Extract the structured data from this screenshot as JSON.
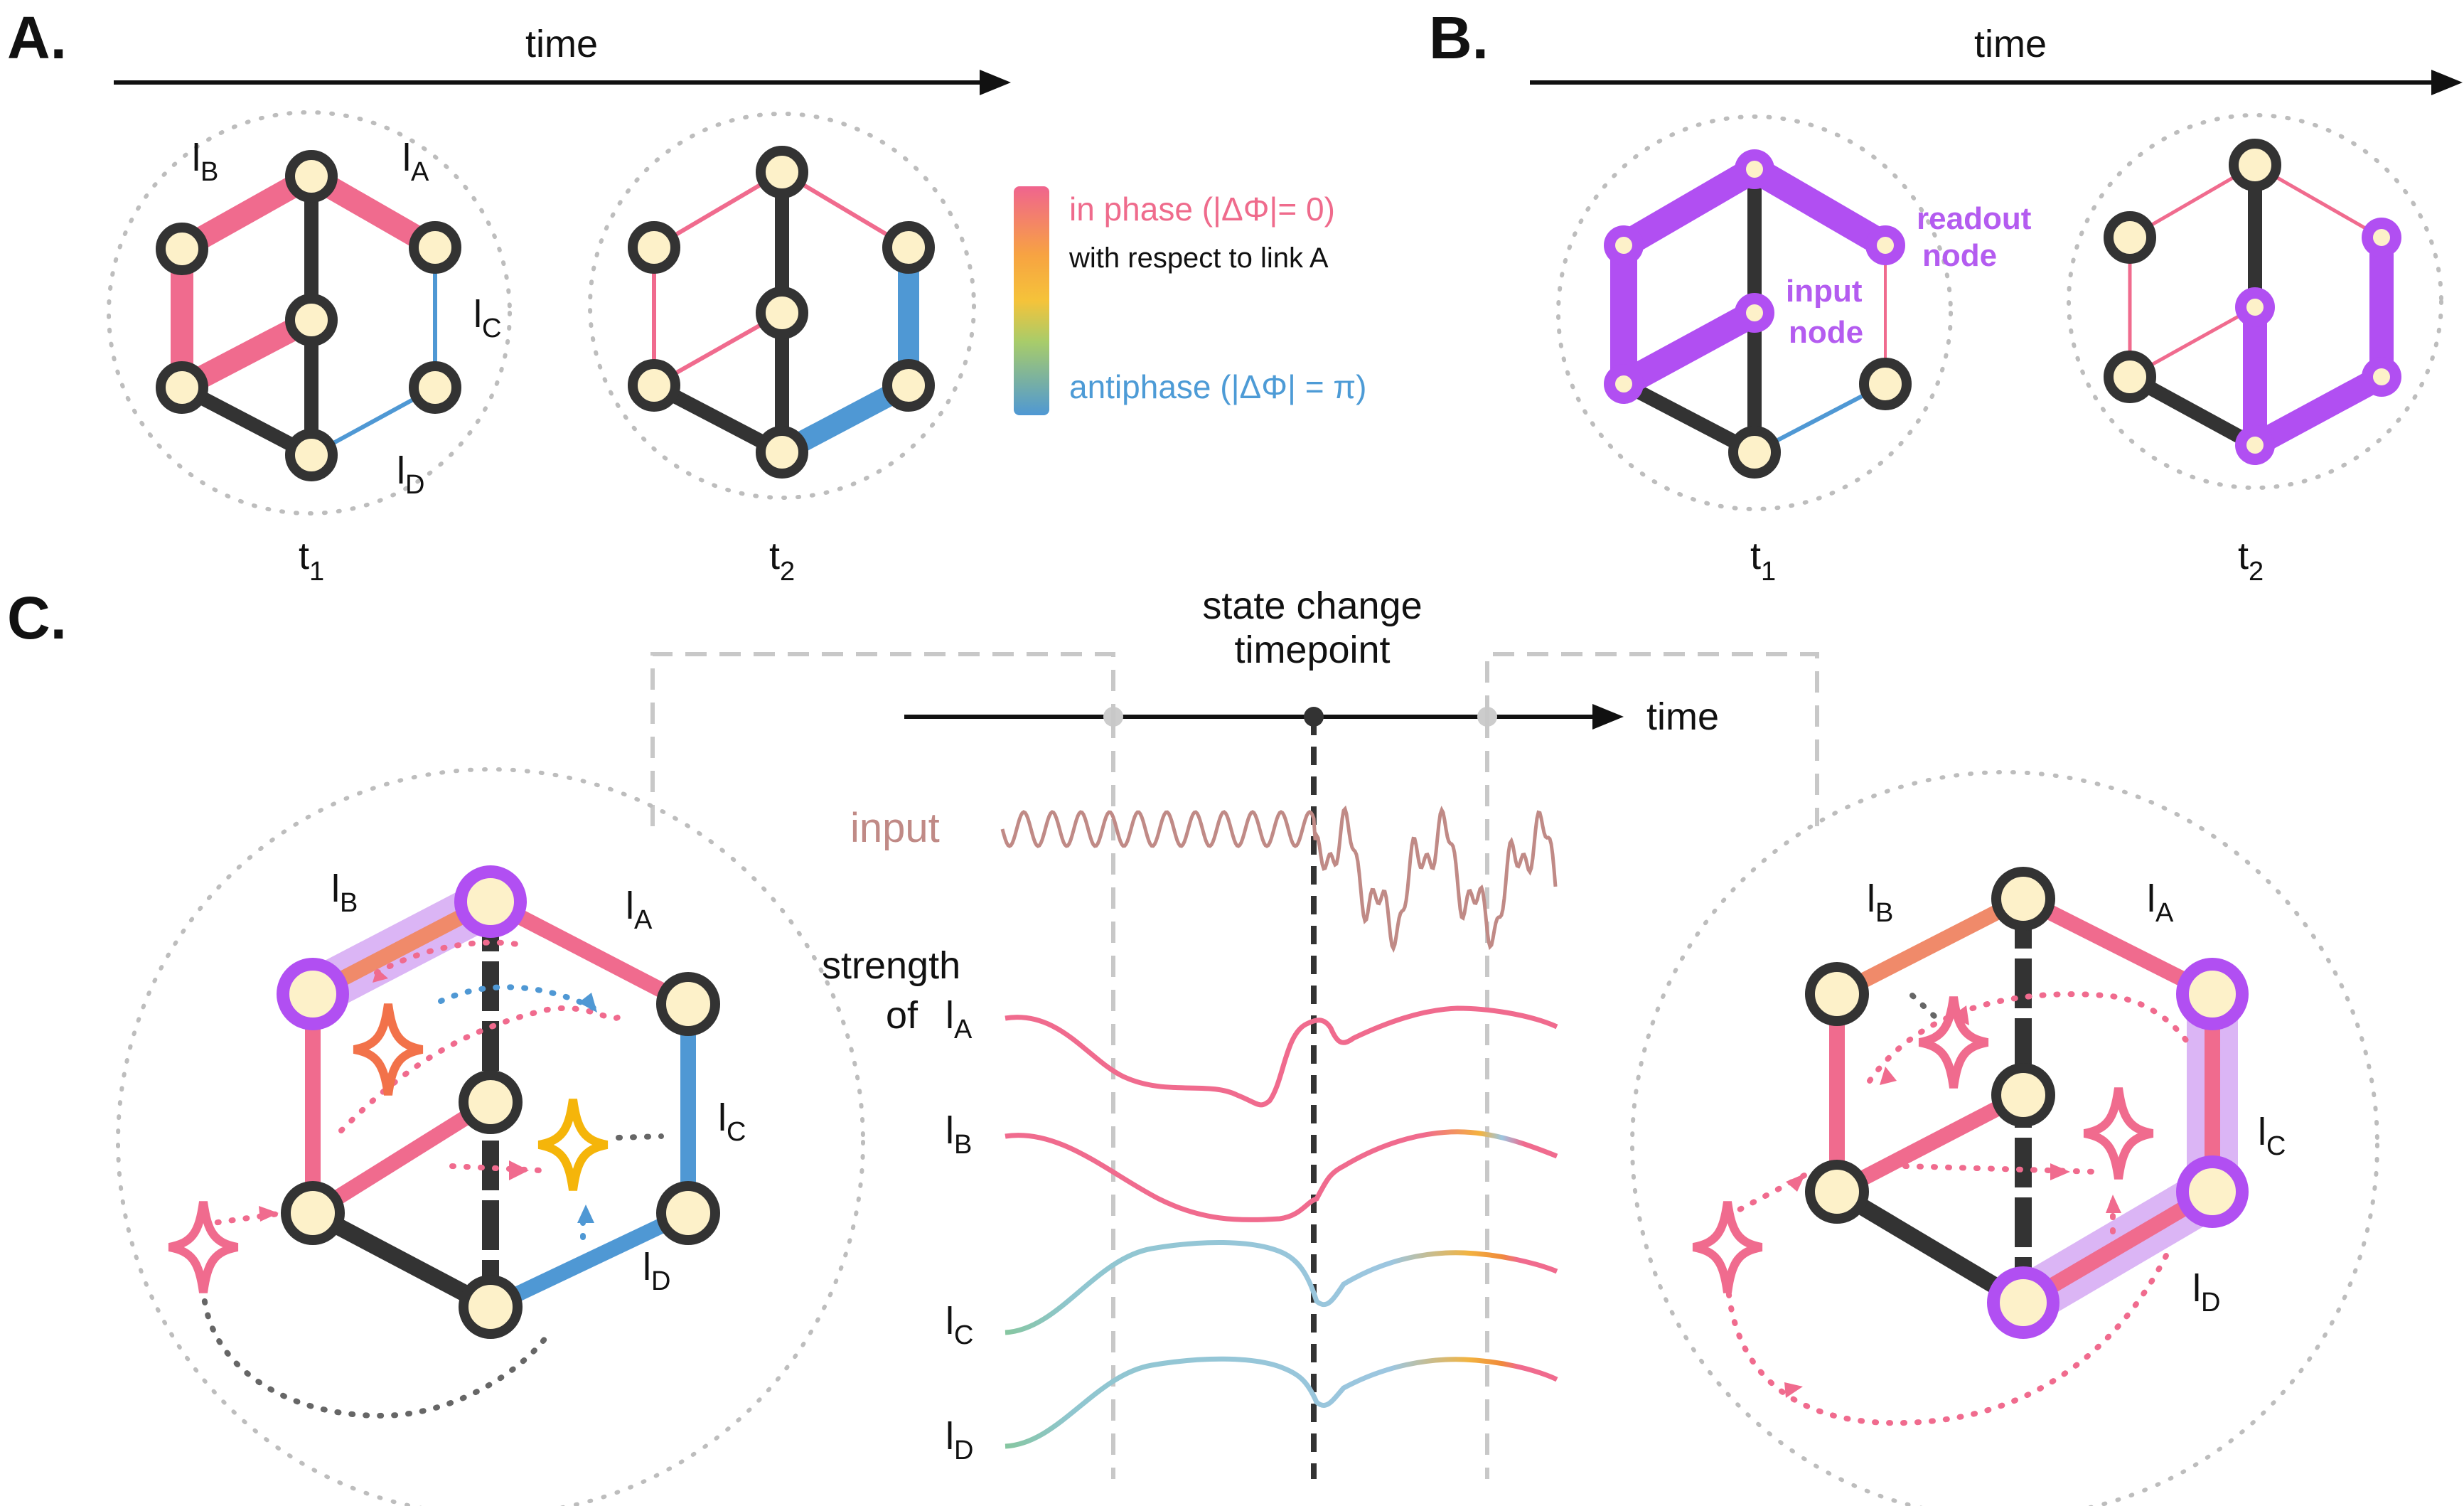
{
  "panels": {
    "a": "A.",
    "b": "B.",
    "c": "C."
  },
  "axis": {
    "time_label": "time"
  },
  "timepoints": {
    "t1": {
      "base": "t",
      "sub": "1"
    },
    "t2": {
      "base": "t",
      "sub": "2"
    }
  },
  "links": {
    "a": {
      "base": "l",
      "sub": "A"
    },
    "b": {
      "base": "l",
      "sub": "B"
    },
    "c": {
      "base": "l",
      "sub": "C"
    },
    "d": {
      "base": "l",
      "sub": "D"
    }
  },
  "legend": {
    "in_phase": "in phase (|ΔΦ|= 0)",
    "reference": "with respect to link A",
    "antiphase": "antiphase (|ΔΦ| = π)"
  },
  "panel_b_labels": {
    "readout_line1": "readout",
    "readout_line2": "node",
    "input_line1": "input",
    "input_line2": "node"
  },
  "panel_c": {
    "state_change_line1": "state change",
    "state_change_line2": "timepoint",
    "input": "input",
    "strength_line1": "strength",
    "strength_line2": "of"
  },
  "colors": {
    "in_phase": "#f06b8e",
    "antiphase": "#4f98d4",
    "purple": "#b14ff2",
    "node_fill": "#fdf1c9",
    "edge_dark": "#333333",
    "input_trace": "#c08a86"
  }
}
